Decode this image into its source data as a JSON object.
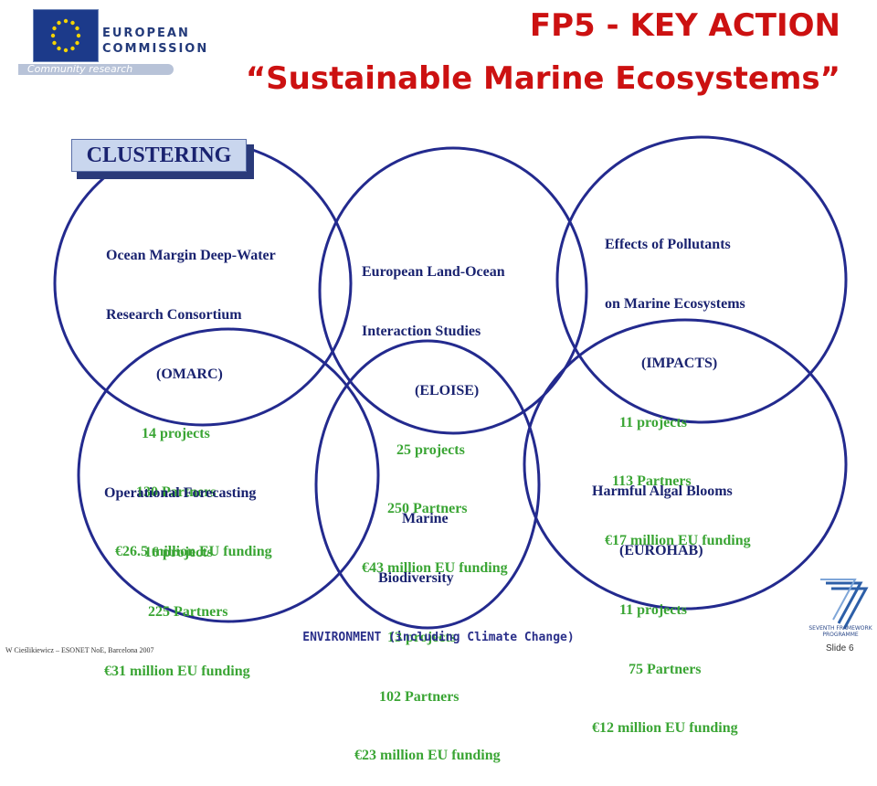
{
  "header": {
    "title_line1": "FP5 - KEY ACTION",
    "title_line2": "“Sustainable Marine Ecosystems”",
    "logo_line1": "EUROPEAN",
    "logo_line2": "COMMISSION",
    "logo_sub": "Community research"
  },
  "label": "CLUSTERING",
  "clusters": [
    {
      "lines": [
        "Ocean Margin Deep-Water",
        "Research Consortium",
        "(OMARC)"
      ],
      "projects": "14 projects",
      "partners": "130 Partners",
      "funding": "€26.5 million EU funding"
    },
    {
      "lines": [
        "European Land-Ocean",
        "Interaction Studies",
        "(ELOISE)"
      ],
      "projects": "25 projects",
      "partners": "250 Partners",
      "funding": "€43 million EU funding"
    },
    {
      "lines": [
        "Effects of Pollutants",
        "on Marine Ecosystems",
        "(IMPACTS)"
      ],
      "projects": "11 projects",
      "partners": "113 Partners",
      "funding": "€17 million EU funding"
    },
    {
      "lines": [
        "Operational Forecasting"
      ],
      "projects": "16 projects",
      "partners": "225 Partners",
      "funding": "€31 million EU funding"
    },
    {
      "lines": [
        "Marine",
        "Biodiversity"
      ],
      "projects": "13 projects",
      "partners": "102 Partners",
      "funding": "€23 million EU funding"
    },
    {
      "lines": [
        "Harmful Algal Blooms",
        "(EUROHAB)"
      ],
      "projects": "11 projects",
      "partners": "75 Partners",
      "funding": "€12 million EU funding"
    }
  ],
  "footer": {
    "environment": "ENVIRONMENT (including Climate Change)",
    "author": "W Cieślikiewicz – ESONET NoE, Barcelona 2007",
    "slide": "Slide 6",
    "fp7_line1": "SEVENTH FRAMEWORK",
    "fp7_line2": "PROGRAMME"
  },
  "colors": {
    "title": "#cc1111",
    "circle": "#232a8e",
    "cluster_text": "#1a2370",
    "figures": "#3aa534"
  }
}
